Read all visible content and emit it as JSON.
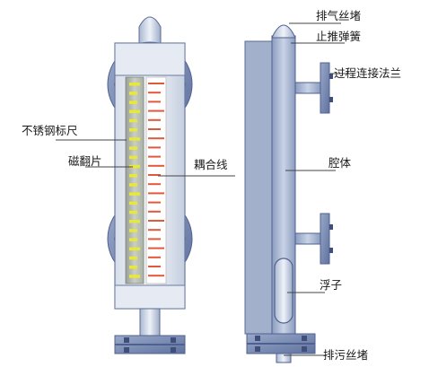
{
  "labels": {
    "drain_plug_top": "排气丝堵",
    "stop_spring": "止推弹簧",
    "process_flange": "过程连接法兰",
    "stainless_scale": "不锈钢标尺",
    "magnetic_flap": "磁翻片",
    "coupling_line": "耦合线",
    "chamber": "腔体",
    "float": "浮子",
    "drain_plug_bottom": "排污丝堵"
  },
  "colors": {
    "body_blue": "#7b8fb5",
    "body_light": "#b8c5dc",
    "flap_yellow": "#e8e83a",
    "coupling_red": "#e05a3a",
    "flange_blue": "#6f82b0"
  }
}
